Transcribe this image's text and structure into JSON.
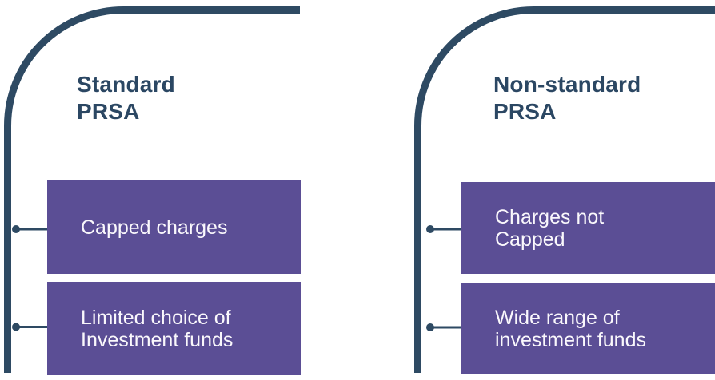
{
  "diagram": {
    "description": "Comparison of Standard PRSA and Non-standard PRSA features",
    "colors": {
      "bracket_navy": "#2E4A63",
      "title_navy": "#2B4763",
      "box_purple": "#5B4E95",
      "box_text": "#FAF8FC",
      "background": "#FFFFFF"
    },
    "panels": [
      {
        "title_line1": "Standard",
        "title_line2": "PRSA",
        "items": [
          "Capped charges",
          "Limited choice of\nInvestment funds"
        ]
      },
      {
        "title_line1": "Non-standard",
        "title_line2": "PRSA",
        "items": [
          "Charges not\nCapped",
          "Wide range of\ninvestment funds"
        ]
      }
    ]
  }
}
